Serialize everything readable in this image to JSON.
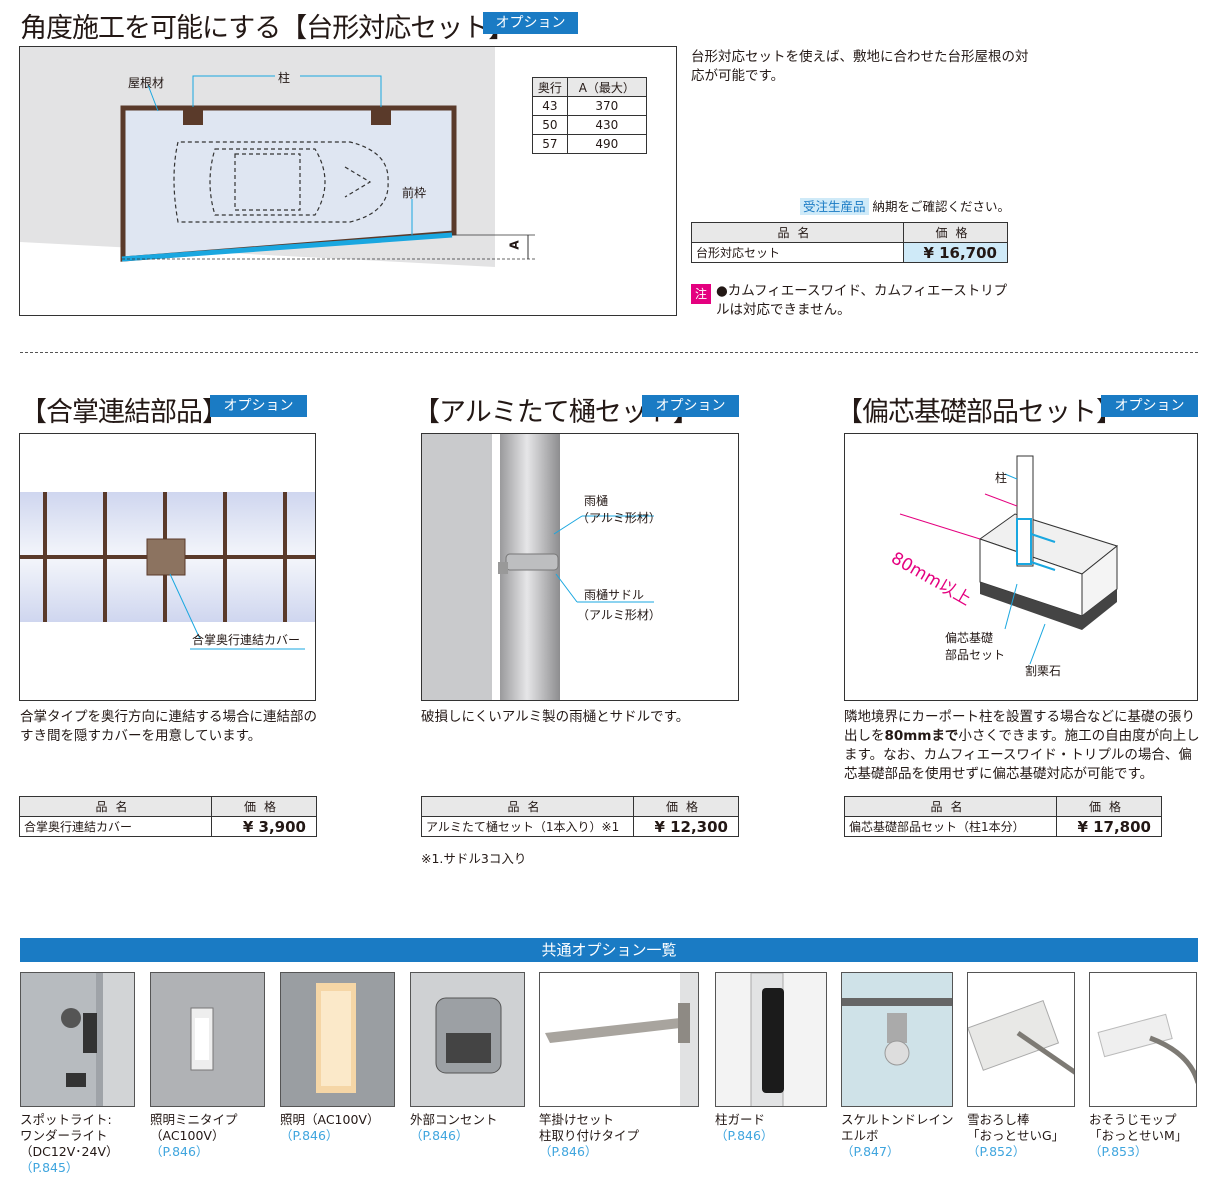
{
  "section1": {
    "title": "角度施工を可能にする【台形対応セット】",
    "tag": "オプション",
    "labels": {
      "roof": "屋根材",
      "pillar": "柱",
      "front_frame": "前枠",
      "dim_a": "A"
    },
    "dim_table": {
      "headers": [
        "奥行",
        "A（最大）"
      ],
      "rows": [
        [
          "43",
          "370"
        ],
        [
          "50",
          "430"
        ],
        [
          "57",
          "490"
        ]
      ]
    },
    "description": "台形対応セットを使えば、敷地に合わせた台形屋根の対応が可能です。",
    "made_to_order": "受注生産品",
    "delivery_note": "納期をご確認ください。",
    "price_table": {
      "col_name": "品名",
      "col_price": "価格",
      "item": "台形対応セット",
      "price": "¥ 16,700"
    },
    "note_mark": "注",
    "note": "●カムフィエースワイド、カムフィエーストリプルは対応できません。"
  },
  "section2": {
    "title": "【合掌連結部品】",
    "tag": "オプション",
    "label": "合掌奥行連結カバー",
    "description": "合掌タイプを奥行方向に連結する場合に連結部のすき間を隠すカバーを用意しています。",
    "price_table": {
      "col_name": "品名",
      "col_price": "価格",
      "item": "合掌奥行連結カバー",
      "price": "¥ 3,900"
    }
  },
  "section3": {
    "title": "【アルミたて樋セット】",
    "tag": "オプション",
    "label_gutter": "雨樋",
    "label_gutter_sub": "（アルミ形材）",
    "label_saddle": "雨樋サドル",
    "label_saddle_sub": "（アルミ形材）",
    "description": "破損しにくいアルミ製の雨樋とサドルです。",
    "price_table": {
      "col_name": "品名",
      "col_price": "価格",
      "item": "アルミたて樋セット（1本入り）※1",
      "price": "¥ 12,300"
    },
    "footnote": "※1.サドル3コ入り"
  },
  "section4": {
    "title": "【偏芯基礎部品セット】",
    "tag": "オプション",
    "label_pillar": "柱",
    "label_80mm": "80mm以上",
    "label_parts_1": "偏芯基礎",
    "label_parts_2": "部品セット",
    "label_stone": "割栗石",
    "description_1": "隣地境界にカーポート柱を設置する場合などに基礎の張り出しを",
    "description_bold": "80mmまで",
    "description_2": "小さくできます。施工の自由度が向上します。なお、カムフィエースワイド・トリプルの場合、偏芯基礎部品を使用せずに偏芯基礎対応が可能です。",
    "price_table": {
      "col_name": "品名",
      "col_price": "価格",
      "item": "偏芯基礎部品セット（柱1本分）",
      "price": "¥ 17,800"
    }
  },
  "common_options": {
    "banner": "共通オプション一覧",
    "items": [
      {
        "lines": [
          "スポットライト:",
          "ワンダーライト",
          "（DC12V･24V）"
        ],
        "ref": "（P.845）"
      },
      {
        "lines": [
          "照明ミニタイプ",
          "（AC100V）"
        ],
        "ref": "（P.846）"
      },
      {
        "lines": [
          "照明（AC100V）"
        ],
        "ref": "（P.846）"
      },
      {
        "lines": [
          "外部コンセント"
        ],
        "ref": "（P.846）"
      },
      {
        "lines": [
          "竿掛けセット",
          "柱取り付けタイプ"
        ],
        "ref": "（P.846）"
      },
      {
        "lines": [
          "柱ガード"
        ],
        "ref": "（P.846）"
      },
      {
        "lines": [
          "スケルトンドレイン",
          "エルボ"
        ],
        "ref": "（P.847）"
      },
      {
        "lines": [
          "雪おろし棒",
          "「おっとせいG」"
        ],
        "ref": "（P.852）"
      },
      {
        "lines": [
          "おそうじモップ",
          "「おっとせいM」"
        ],
        "ref": "（P.853）"
      }
    ]
  },
  "colors": {
    "accent": "#1a7bc4",
    "highlight": "#cfeaf8",
    "frame_brown": "#5a3a2a",
    "front_frame_blue": "#1aa7e0",
    "note_red": "#e4007f"
  }
}
